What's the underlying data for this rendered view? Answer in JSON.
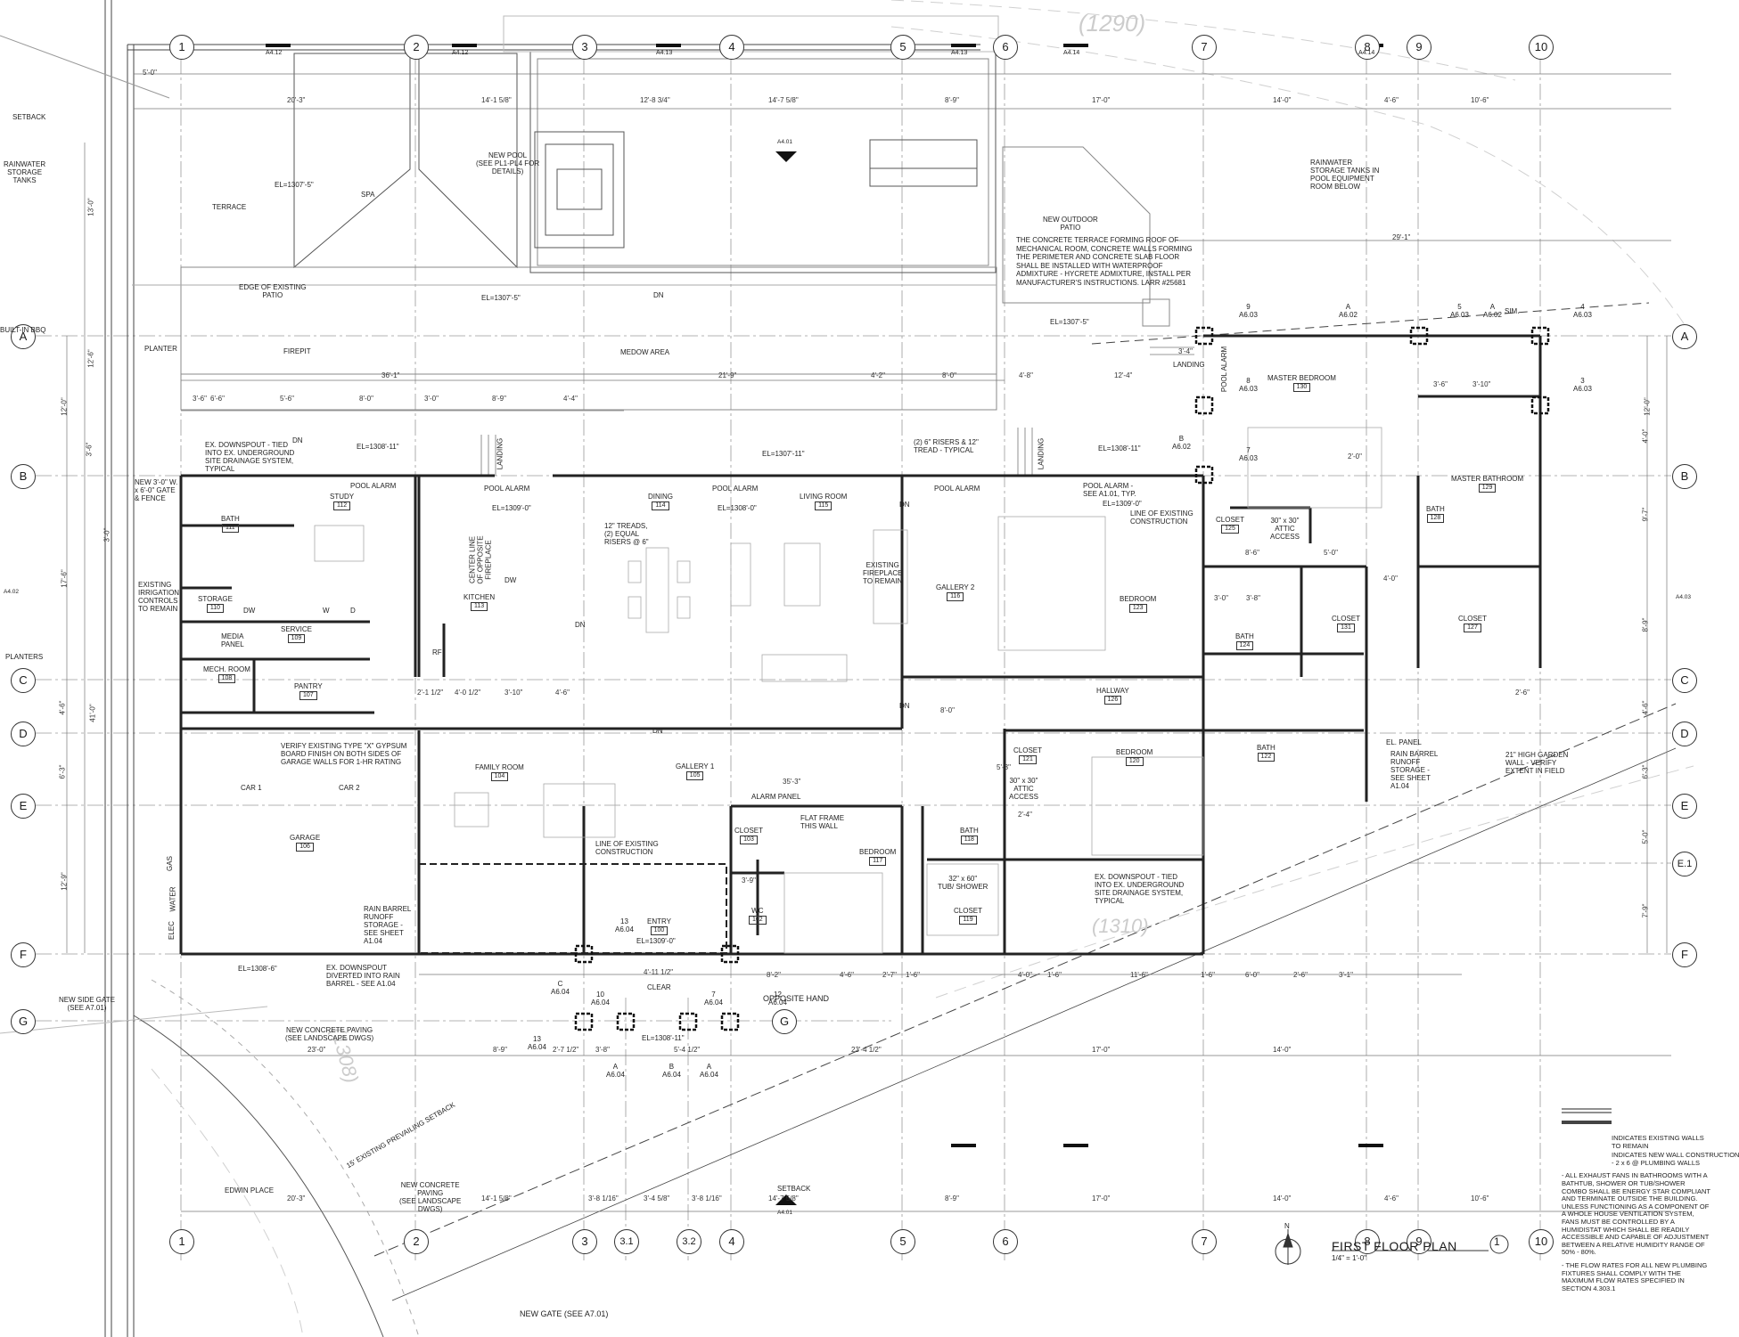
{
  "grid_columns": [
    "1",
    "2",
    "3",
    "4",
    "5",
    "6",
    "7",
    "8",
    "9",
    "10"
  ],
  "grid_columns_bottom": [
    "1",
    "2",
    "3",
    "3.1",
    "3.2",
    "4",
    "5",
    "6",
    "7",
    "8",
    "9",
    "10"
  ],
  "grid_rows": [
    "A",
    "B",
    "C",
    "D",
    "E",
    "E.1",
    "F",
    "G"
  ],
  "section_refs": [
    "A4.12",
    "A4.12",
    "A4.13",
    "A4.13",
    "A4.14",
    "A4.14",
    "A4.01",
    "A4.02",
    "A4.03",
    "A4.01"
  ],
  "contour_labels": [
    "(1290)",
    "(1310)",
    "(1308)"
  ],
  "rooms": {
    "study": {
      "name": "STUDY",
      "num": "112"
    },
    "bath111": {
      "name": "BATH",
      "num": "111"
    },
    "storage": {
      "name": "STORAGE",
      "num": "110"
    },
    "service": {
      "name": "SERVICE",
      "num": "109"
    },
    "mech": {
      "name": "MECH. ROOM",
      "num": "108"
    },
    "pantry": {
      "name": "PANTRY",
      "num": "107"
    },
    "garage": {
      "name": "GARAGE",
      "num": "106"
    },
    "kitchen": {
      "name": "KITCHEN",
      "num": "113"
    },
    "dining": {
      "name": "DINING",
      "num": "114"
    },
    "living": {
      "name": "LIVING ROOM",
      "num": "115"
    },
    "gallery2": {
      "name": "GALLERY 2",
      "num": "116"
    },
    "family": {
      "name": "FAMILY ROOM",
      "num": "104"
    },
    "gallery1": {
      "name": "GALLERY 1",
      "num": "105"
    },
    "closet103": {
      "name": "CLOSET",
      "num": "103"
    },
    "entry": {
      "name": "ENTRY",
      "num": "100"
    },
    "wc": {
      "name": "WC",
      "num": "102"
    },
    "bedroom117": {
      "name": "BEDROOM",
      "num": "117"
    },
    "bath118": {
      "name": "BATH",
      "num": "118"
    },
    "closet119": {
      "name": "CLOSET",
      "num": "119"
    },
    "closet121": {
      "name": "CLOSET",
      "num": "121"
    },
    "bedroom120": {
      "name": "BEDROOM",
      "num": "120"
    },
    "bedroom123": {
      "name": "BEDROOM",
      "num": "123"
    },
    "hallway": {
      "name": "HALLWAY",
      "num": "126"
    },
    "closet125": {
      "name": "CLOSET",
      "num": "125"
    },
    "bath124": {
      "name": "BATH",
      "num": "124"
    },
    "closet131": {
      "name": "CLOSET",
      "num": "131"
    },
    "bath122": {
      "name": "BATH",
      "num": "122"
    },
    "master_bed": {
      "name": "MASTER BEDROOM",
      "num": "130"
    },
    "master_bath": {
      "name": "MASTER BATHROOM",
      "num": "129"
    },
    "bath128": {
      "name": "BATH",
      "num": "128"
    },
    "closet127": {
      "name": "CLOSET",
      "num": "127"
    }
  },
  "labels": {
    "spa": "SPA",
    "terrace": "TERRACE",
    "planter": "PLANTER",
    "firepit": "FIREPIT",
    "medow": "MEDOW AREA",
    "edge_patio": "EDGE OF EXISTING\nPATIO",
    "new_pool": "NEW POOL\n(SEE PL1-PL4 FOR\nDETAILS)",
    "outdoor_patio": "NEW OUTDOOR\nPATIO",
    "car1": "CAR 1",
    "car2": "CAR 2",
    "setback_top": "SETBACK",
    "setback_bottom": "SETBACK",
    "rainwater_tanks": "RAINWATER\nSTORAGE\nTANKS",
    "rainwater_pool": "RAINWATER\nSTORAGE TANKS IN\nPOOL EQUIPMENT\nROOM BELOW",
    "planters": "PLANTERS",
    "built_in_bbq": "BUILT-IN BBQ",
    "edwin_place": "EDWIN PLACE",
    "new_gate": "NEW GATE (SEE A7.01)",
    "new_side_gate": "NEW SIDE GATE\n(SEE A7.01)",
    "new_concrete_paving": "NEW CONCRETE PAVING\n(SEE LANDSCAPE DWGS)",
    "new_concrete_paving2": "NEW CONCRETE\nPAVING\n(SEE LANDSCAPE\nDWGS)",
    "existing_setback": "15' EXISTING PREVAILING SETBACK",
    "pool_alarm": "POOL ALARM",
    "alarm_panel": "ALARM PANEL",
    "media_panel": "MEDIA\nPANEL",
    "el_panel": "EL. PANEL",
    "opposite_hand": "OPPOSITE HAND",
    "clear": "CLEAR",
    "dn": "DN",
    "landing": "LANDING",
    "flat_frame": "FLAT FRAME\nTHIS WALL",
    "line_existing": "LINE OF EXISTING\nCONSTRUCTION",
    "existing_fireplace": "EXISTING\nFIREPLACE\nTO REMAIN",
    "treads": "12\" TREADS,\n(2) EQUAL\nRISERS @ 6\"",
    "risers": "(2) 6\" RISERS & 12\"\nTREAD - TYPICAL",
    "downspout_left": "EX. DOWNSPOUT - TIED\nINTO EX. UNDERGROUND\nSITE DRAINAGE SYSTEM,\nTYPICAL",
    "downspout_right": "EX. DOWNSPOUT - TIED\nINTO EX. UNDERGROUND\nSITE DRAINAGE SYSTEM,\nTYPICAL",
    "downspout_rain": "EX. DOWNSPOUT\nDIVERTED INTO RAIN\nBARREL - SEE A1.04",
    "rain_barrel": "RAIN BARREL\nRUNOFF\nSTORAGE -\nSEE SHEET\nA1.04",
    "rain_barrel2": "RAIN BARREL\nRUNOFF\nSTORAGE -\nSEE SHEET\nA1.04",
    "gypsum": "VERIFY EXISTING TYPE \"X\" GYPSUM\nBOARD FINISH ON BOTH SIDES OF\nGARAGE WALLS FOR 1-HR RATING",
    "gate_fence": "NEW 3'-0\" W.\nx 6'-0\" GATE\n& FENCE",
    "irrigation": "EXISTING\nIRRIGATION\nCONTROLS\nTO REMAIN",
    "garden_wall": "21\" HIGH GARDEN\nWALL - VERIFY\nEXTENT IN FIELD",
    "pool_alarm_ref": "POOL ALARM -\nSEE A1.01, TYP.",
    "attic_access": "30\" x 30\"\nATTIC\nACCESS",
    "tub_shower": "32\" x 60\"\nTUB/ SHOWER",
    "center_fireplace": "CENTER LINE\nOF OPPOSITE\nFIREPLACE",
    "concrete_note": "THE CONCRETE TERRACE FORMING ROOF OF MECHANICAL ROOM, CONCRETE WALLS FORMING THE PERIMETER AND CONCRETE SLAB FLOOR SHALL BE INSTALLED WITH WATERPROOF ADMIXTURE - HYCRETE ADMIXTURE, INSTALL PER MANUFACTURER'S INSTRUCTIONS. LARR #25681",
    "sim": "SIM.",
    "gas": "GAS",
    "water": "WATER",
    "elec": "ELEC",
    "dw": "DW",
    "rf": "RF",
    "w": "W",
    "d": "D"
  },
  "elevations": {
    "spa": "EL=1307'-5\"",
    "patio": "EL=1307'-5\"",
    "outdoor": "EL=1307'-5\"",
    "landing_left": "EL=1308'-11\"",
    "landing_mid": "EL=1307'-11\"",
    "landing_right": "EL=1308'-11\"",
    "kitchen": "EL=1309'-0\"",
    "pool_alarm": "EL=1308'-0\"",
    "master": "EL=1309'-0\"",
    "entry": "EL=1309'-0\"",
    "side": "EL=1308'-6\"",
    "gate": "EL=1308'-11\""
  },
  "dims_top": [
    "5'-0\"",
    "20'-3\"",
    "14'-1 5/8\"",
    "12'-8 3/4\"",
    "14'-7 5/8\"",
    "8'-9\"",
    "17'-0\"",
    "14'-0\"",
    "4'-6\"",
    "10'-6\"",
    "36'-1\"",
    "21'-9\"",
    "4'-2\"",
    "8'-0\"",
    "4'-8\"",
    "12'-4\"",
    "29'-1\""
  ],
  "dims_bottom": [
    "23'-0\"",
    "8'-9\"",
    "2'-7 1/2\"",
    "3'-8\"",
    "5'-4 1/2\"",
    "23'-4 1/2\"",
    "17'-0\"",
    "14'-0\"",
    "20'-3\"",
    "14'-1 5/8\"",
    "3'-8 1/16\"",
    "3'-4 5/8\"",
    "3'-8 1/16\"",
    "14'-7 5/8\"",
    "8'-9\"",
    "17'-0\"",
    "14'-0\"",
    "4'-6\"",
    "10'-6\""
  ],
  "dims_left": [
    "13'-0\"",
    "12'-6\"",
    "12'-0\"",
    "3'-6\"",
    "3'-0\"",
    "17'-6\"",
    "41'-0\"",
    "4'-6\"",
    "6'-3\"",
    "12'-9\""
  ],
  "dims_right": [
    "12'-0\"",
    "4'-0\"",
    "9'-7\"",
    "8'-9\"",
    "4'-6\"",
    "6'-3\"",
    "5'-0\"",
    "7'-9\""
  ],
  "dims_misc": [
    "3'-6\"",
    "6'-6\"",
    "5'-6\"",
    "8'-0\"",
    "3'-0\"",
    "8'-9\"",
    "4'-4\"",
    "2'-1 1/2\"",
    "4'-0 1/2\"",
    "3'-10\"",
    "4'-6\"",
    "35'-3\"",
    "8'-0\"",
    "4'-11 1/2\"",
    "8'-2\"",
    "4'-6\"",
    "2'-7\"",
    "1'-6\"",
    "4'-0\"",
    "1'-6\"",
    "11'-6\"",
    "1'-6\"",
    "6'-0\"",
    "2'-6\"",
    "3'-1\"",
    "3'-9\"",
    "2'-0\"",
    "8'-6\"",
    "5'-0\"",
    "3'-0\"",
    "3'-8\"",
    "4'-0\"",
    "2'-6\"",
    "3'-6\"",
    "3'-10\"",
    "3'-4\"",
    "5'-3\"",
    "2'-4\""
  ],
  "callouts": [
    {
      "top": "13",
      "bot": "A6.04"
    },
    {
      "top": "13",
      "bot": "A6.04"
    },
    {
      "top": "10",
      "bot": "A6.04"
    },
    {
      "top": "12",
      "bot": "A6.04"
    },
    {
      "top": "7",
      "bot": "A6.04"
    },
    {
      "top": "C",
      "bot": "A6.04"
    },
    {
      "top": "A",
      "bot": "A6.04"
    },
    {
      "top": "B",
      "bot": "A6.04"
    },
    {
      "top": "A",
      "bot": "A6.04"
    },
    {
      "top": "9",
      "bot": "A6.03"
    },
    {
      "top": "A",
      "bot": "A6.02"
    },
    {
      "top": "5",
      "bot": "A6.03"
    },
    {
      "top": "A",
      "bot": "A6.02"
    },
    {
      "top": "4",
      "bot": "A6.03"
    },
    {
      "top": "8",
      "bot": "A6.03"
    },
    {
      "top": "B",
      "bot": "A6.02"
    },
    {
      "top": "7",
      "bot": "A6.03"
    },
    {
      "top": "3",
      "bot": "A6.03"
    }
  ],
  "legend": {
    "existing_walls": "INDICATES EXISTING WALLS\nTO REMAIN",
    "new_walls": "INDICATES NEW WALL CONSTRUCTION\n- 2 x 6 @ PLUMBING WALLS",
    "note_fans": "- ALL EXHAUST FANS IN BATHROOMS WITH A BATHTUB, SHOWER OR TUB/SHOWER COMBO SHALL BE ENERGY STAR COMPLIANT AND TERMINATE OUTSIDE THE BUILDING. UNLESS FUNCTIONING AS A COMPONENT OF A WHOLE HOUSE VENTILATION SYSTEM, FANS MUST BE CONTROLLED BY A HUMIDISTAT WHICH SHALL BE READILY ACCESSIBLE AND CAPABLE OF ADJUSTMENT BETWEEN A RELATIVE HUMIDITY RANGE OF 50% - 80%.",
    "note_flow": "- THE FLOW RATES FOR ALL NEW PLUMBING FIXTURES SHALL COMPLY WITH THE MAXIMUM FLOW RATES SPECIFIED IN SECTION 4.303.1"
  },
  "title_block": {
    "title": "FIRST FLOOR PLAN",
    "scale": "1/4\" = 1'-0\"",
    "number": "1",
    "north": "N"
  }
}
